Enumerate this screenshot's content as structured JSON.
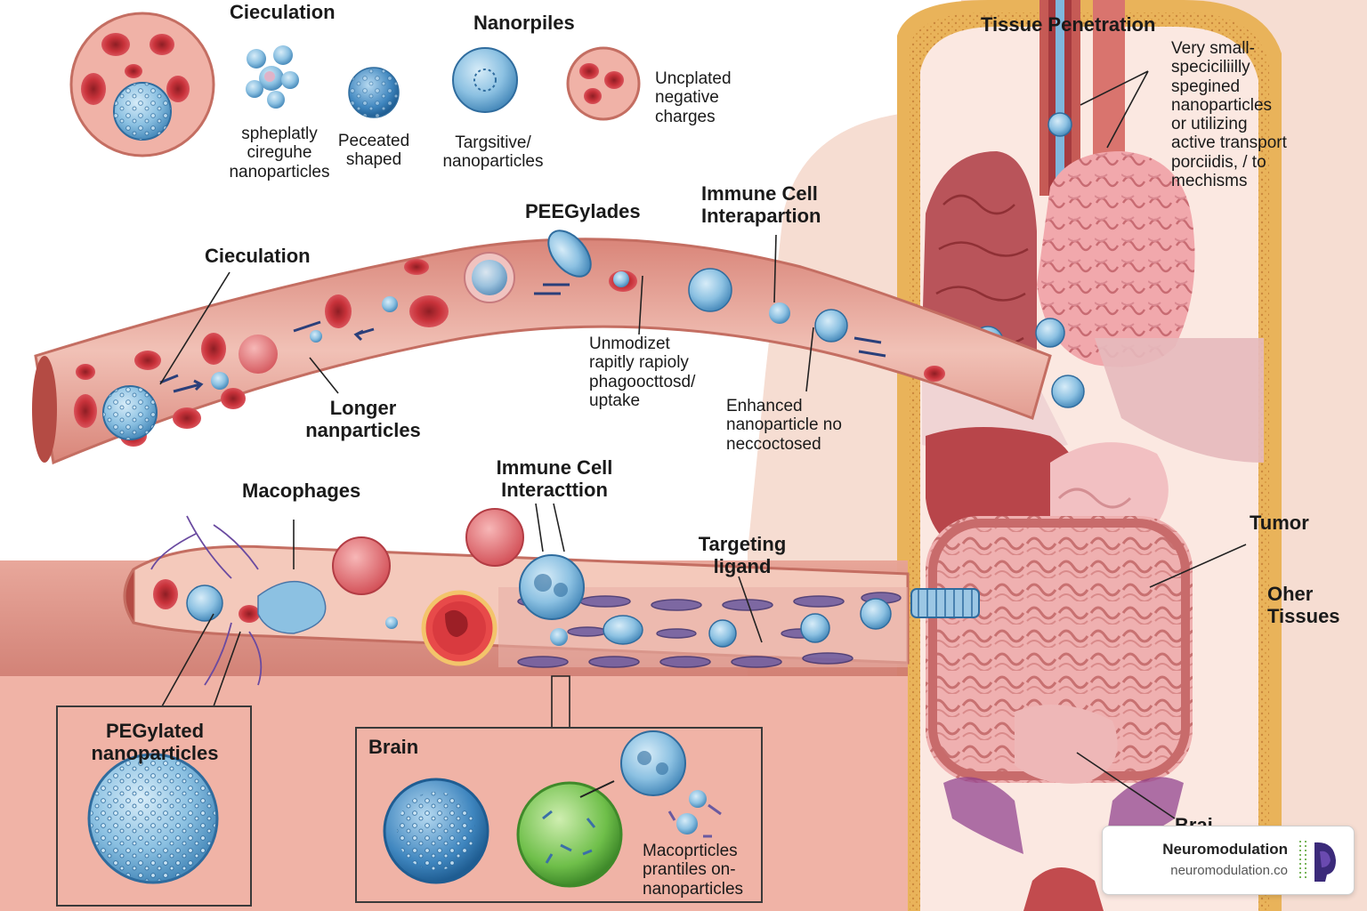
{
  "labels": {
    "top_circulation": "Cieculation",
    "nanopiles": "Nanorpiles",
    "spherical": "spheplatly\ncireguhe\nnanoparticles",
    "peceated": "Peceated\nshaped",
    "targsitive": "Targsitive/\nnanoparticles",
    "uncoated": "Uncplated\nnegative\ncharges",
    "tissue_penetration": "Tissue Penetration",
    "very_small": "Very small-\nspeciciliilly\nspegined\nnanoparticles\nor utilizing\nactive transport\nporciidis, / to\nmechisms",
    "pegylades": "PEEGylades",
    "immune_interaparion": "Immune Cell\nInterapartion",
    "vessel_circulation": "Cieculation",
    "longer": "Longer\nnanparticles",
    "unmodized": "Unmodizet\nrapitly rapioly\nphagoocttosd/\nuptake",
    "enhanced": "Enhanced\nnanoparticle no\nneccoctosed",
    "macophages": "Macophages",
    "immune_interaction": "Immune Cell\nInteracttion",
    "targeting_ligand": "Targeting\nligand",
    "tumor": "Tumor",
    "other_tissues": "Oher\nTissues",
    "pegylated": "PEGylated\nnanoparticles",
    "brain": "Brain",
    "macroparticles": "Macoprticles\nprantiles on-\nnanoparticles",
    "cut_label": "Brai"
  },
  "brand": {
    "name": "Neuromodulation",
    "url": "neuromodulation.co"
  },
  "colors": {
    "vessel": "#e7a093",
    "blood_cell": "#c8323a",
    "nanoparticle": "#7fb6dc",
    "organ": "#c65a55",
    "skin": "#f4d9cc",
    "fat": "#e9b35a"
  }
}
